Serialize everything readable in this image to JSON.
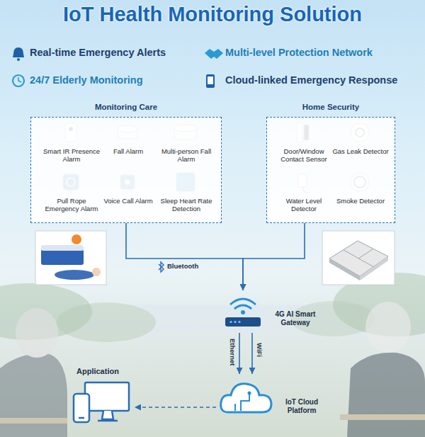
{
  "diagram": {
    "title": "IoT Health Monitoring Solution",
    "nodes": [
      {
        "text": [
          "Monitoring Care"
        ]
      },
      {
        "text": [
          "Smart IR Presence Alarm"
        ],
        "in": 0
      },
      {
        "text": [
          "Fall Alarm"
        ],
        "in": 0
      },
      {
        "text": [
          "Multi-person Fall Alarm"
        ],
        "in": 0
      },
      {
        "text": [
          "Pull Rope Emergency Alarm"
        ],
        "in": 0
      },
      {
        "text": [
          "Voice Call Alarm"
        ],
        "in": 0
      },
      {
        "text": [
          "Sleep Heart Rate Detection"
        ],
        "in": 0
      },
      {
        "text": [
          "Home Security"
        ]
      },
      {
        "text": [
          "Door/Window Contact Sensor"
        ],
        "in": 7
      },
      {
        "text": [
          "Gas Leak Detector"
        ],
        "in": 7
      },
      {
        "text": [
          "Water Level Detector"
        ],
        "in": 7
      },
      {
        "text": [
          "Smoke Detector"
        ],
        "in": 7
      },
      {
        "text": [
          "4G AI Smart Gateway"
        ]
      },
      {
        "text": [
          "IoT Cloud Platform"
        ]
      },
      {
        "text": [
          "Application"
        ]
      }
    ],
    "edges": [
      {
        "from": 0,
        "to": 12,
        "label": "Bluetooth",
        "arrow": "to"
      },
      {
        "from": 7,
        "to": 12,
        "arrow": "to"
      },
      {
        "from": 12,
        "to": 13,
        "label": "Ethernet",
        "arrow": "to"
      },
      {
        "from": 12,
        "to": 13,
        "label": "WiFi",
        "arrow": "to"
      },
      {
        "from": 13,
        "to": 14,
        "arrow": "to"
      }
    ],
    "labels": [
      "Real-time Emergency Alerts",
      "Multi-level Protection Network",
      "24/7 Elderly Monitoring",
      "Cloud-linked Emergency Response"
    ]
  }
}
